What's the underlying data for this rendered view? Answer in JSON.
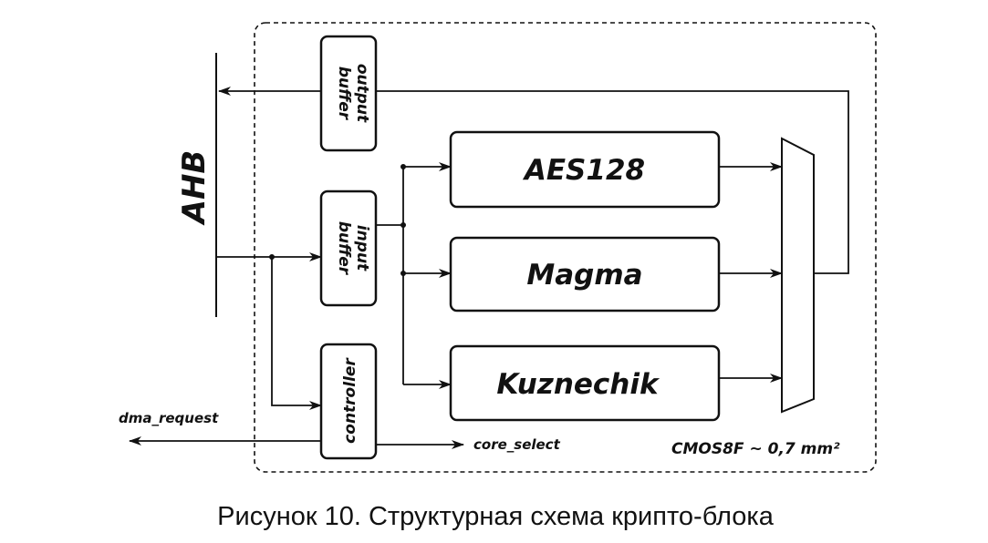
{
  "diagram": {
    "bus_label": "AHB",
    "blocks": {
      "output_buffer": "output buffer",
      "input_buffer": "input buffer",
      "controller": "controller",
      "aes": "AES128",
      "magma": "Magma",
      "kuznechik": "Kuznechik"
    },
    "signals": {
      "dma_request": "dma_request",
      "core_select": "core_select"
    },
    "technology_note": "CMOS8F ~ 0,7 mm²"
  },
  "caption": "Рисунок 10. Структурная схема крипто-блока"
}
